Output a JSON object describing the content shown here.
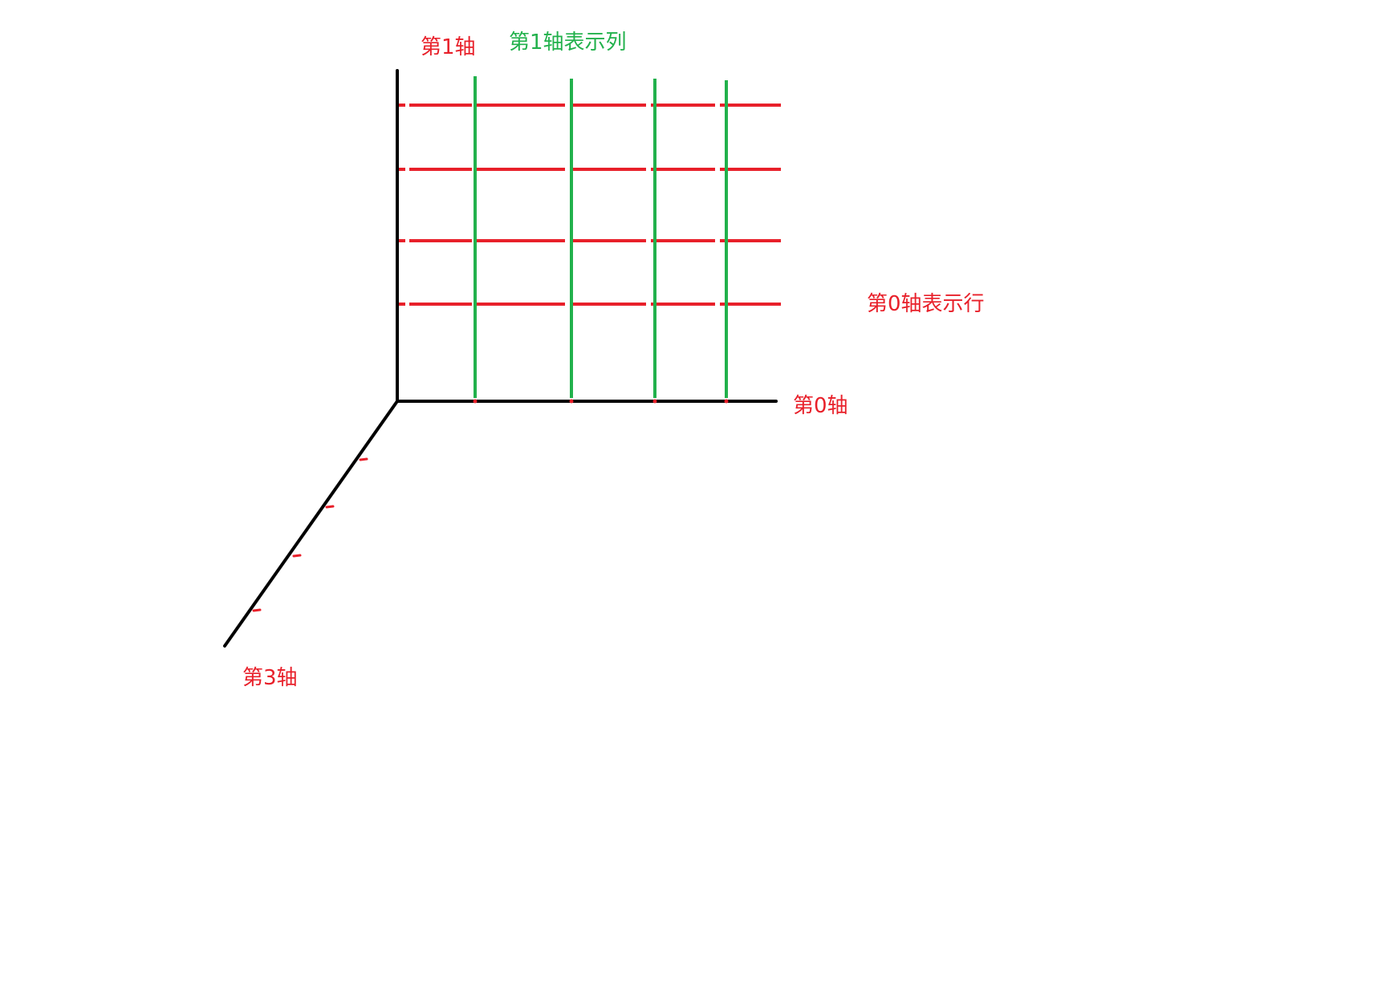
{
  "labels": {
    "axis1": "第1轴",
    "axis1_columns": "第1轴表示列",
    "axis0_rows": "第0轴表示行",
    "axis0": "第0轴",
    "axis3": "第3轴"
  },
  "colors": {
    "axis": "#000000",
    "rows": "#e8202a",
    "columns": "#22b14c",
    "text_red": "#e8202a",
    "text_green": "#22b14c"
  },
  "diagram": {
    "row_line_count": 4,
    "column_line_count": 4,
    "axis3_tick_count": 4
  }
}
